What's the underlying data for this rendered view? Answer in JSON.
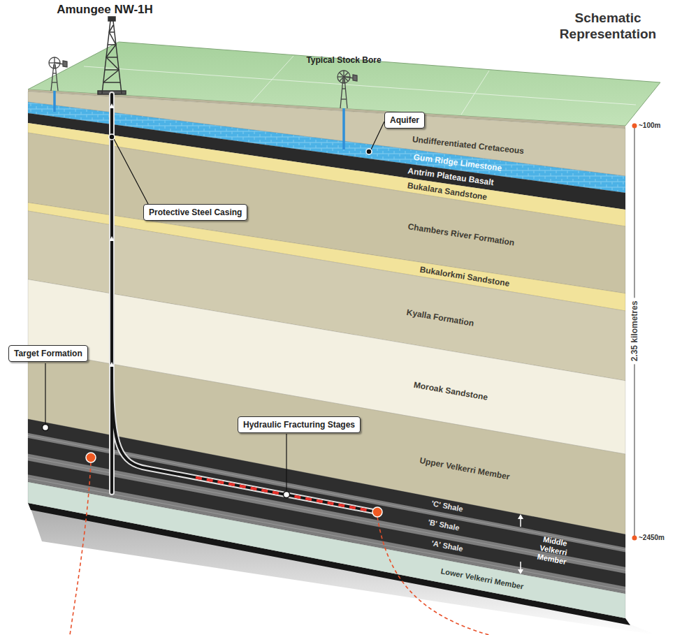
{
  "diagram": {
    "title": "Schematic Representation",
    "nodes": [
      {
        "text": [
          "Aquifer"
        ]
      },
      {
        "text": [
          "Protective Steel Casing"
        ]
      },
      {
        "text": [
          "Target Formation"
        ]
      },
      {
        "text": [
          "Hydraulic Fracturing Stages"
        ]
      }
    ],
    "labels": [
      "Amungee NW-1H",
      "Typical Stock Bore",
      "Undifferentiated Cretaceous",
      "Gum Ridge Limestone",
      "Antrim Plateau Basalt",
      "Bukalara Sandstone",
      "Chambers River Formation",
      "Bukalorkmi Sandstone",
      "Kyalla Formation",
      "Moroak Sandstone",
      "Upper Velkerri Member",
      "'C' Shale",
      "'B' Shale",
      "'A' Shale",
      "Middle Velkerri Member",
      "Lower Velkerri Member",
      "~100m",
      "2.35 kilometres",
      "~2450m"
    ]
  }
}
